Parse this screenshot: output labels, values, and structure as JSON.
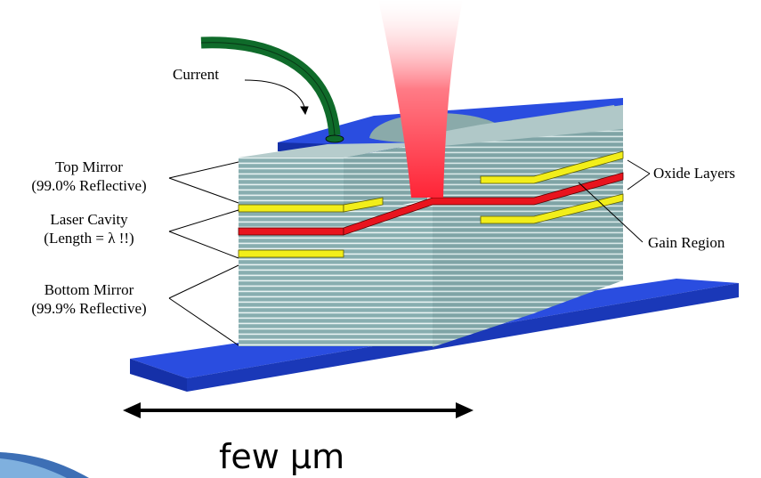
{
  "labels": {
    "current": "Current",
    "top_mirror_1": "Top Mirror",
    "top_mirror_2": "(99.0% Reflective)",
    "laser_cavity_1": "Laser Cavity",
    "laser_cavity_2": "(Length = λ !!)",
    "bottom_mirror_1": "Bottom Mirror",
    "bottom_mirror_2": "(99.9% Reflective)",
    "oxide_layers": "Oxide Layers",
    "gain_region": "Gain Region"
  },
  "dimension": {
    "label": "few μm"
  },
  "colors": {
    "substrate": "#1f3fd6",
    "mirror_layer": "#8fb3b0",
    "mirror_line": "#ffffff",
    "oxide": "#f2ee1a",
    "gain": "#e8141e",
    "contact_wire": "#0f6b2a",
    "beam": "#ff3b4a"
  }
}
